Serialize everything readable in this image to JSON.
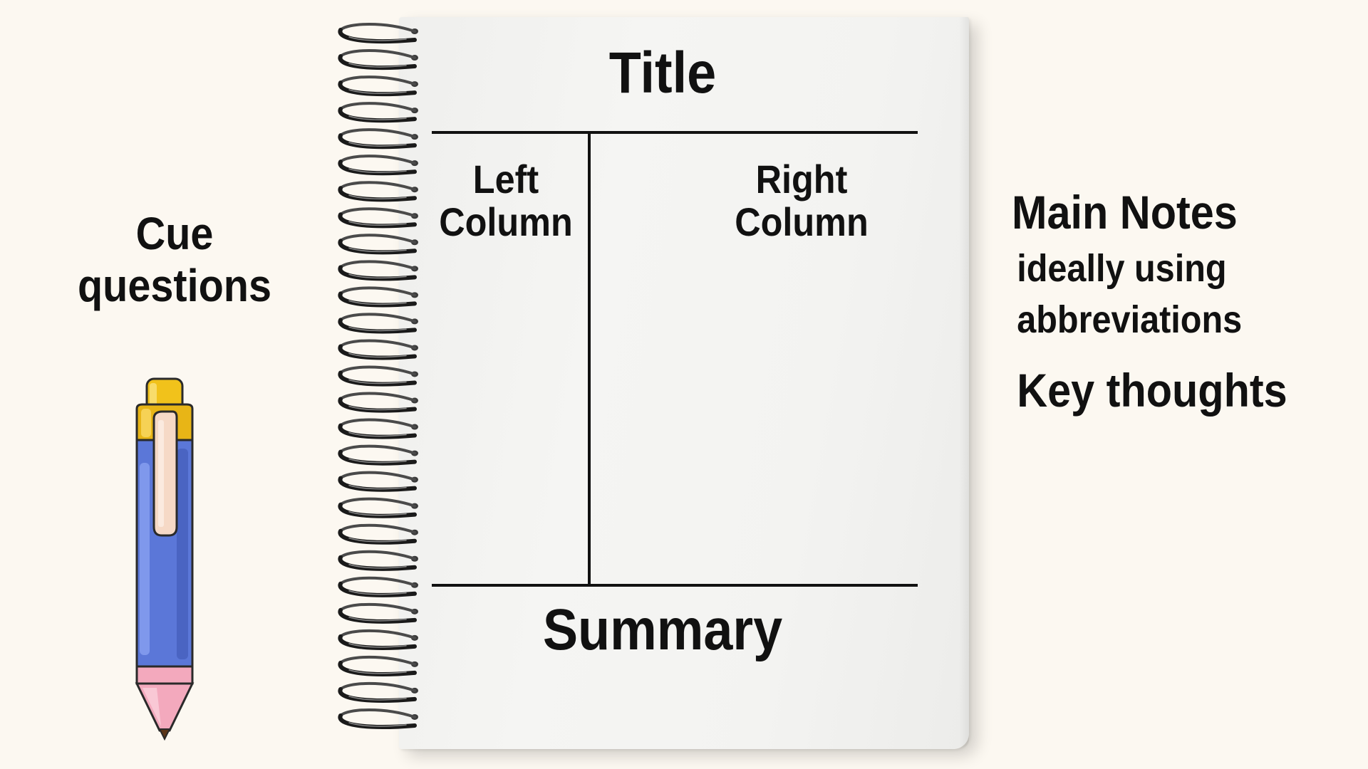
{
  "cue": {
    "line1": "Cue",
    "line2": "questions",
    "pen_icon": "pen-icon"
  },
  "notebook": {
    "title": "Title",
    "left_column": [
      "Left",
      "Column"
    ],
    "right_column": [
      "Right",
      "Column"
    ],
    "summary": "Summary"
  },
  "notes": {
    "heading": "Main Notes",
    "sub_line1": "ideally using",
    "sub_line2": "abbreviations",
    "key": "Key thoughts"
  },
  "colors": {
    "background": "#fcf8f1",
    "paper": "#f3f3f1",
    "ink": "#111111",
    "pen_body": "#5b77d8",
    "pen_cap": "#f1c21b",
    "pen_tip": "#f3a9bd"
  }
}
